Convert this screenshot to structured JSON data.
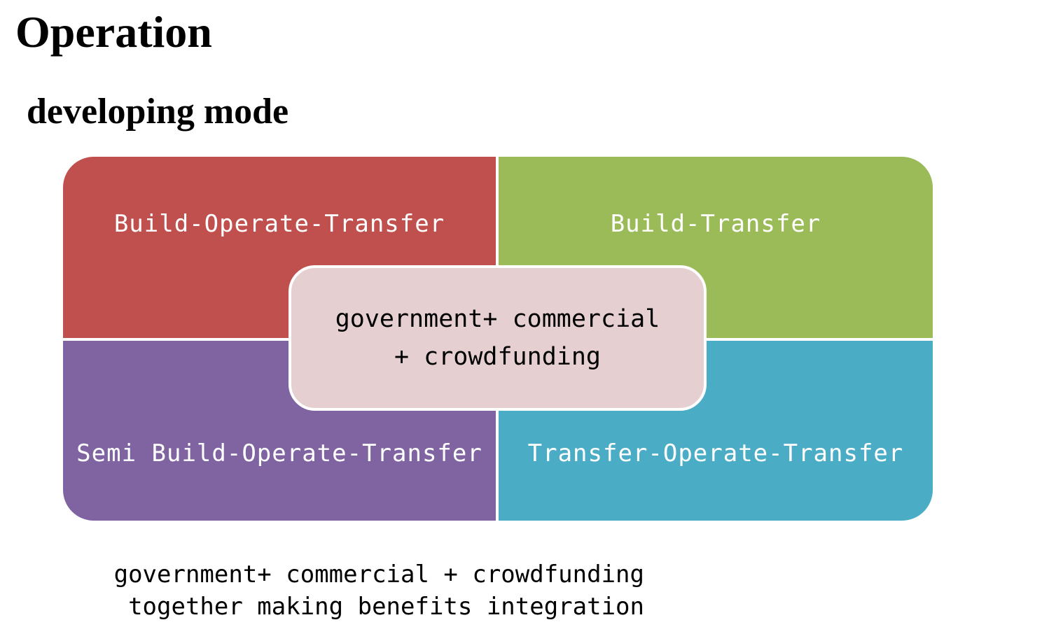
{
  "title": "Operation",
  "subtitle": "developing mode",
  "quadrants": {
    "top_left": {
      "label": "Build-Operate-Transfer",
      "color": "#c0504d"
    },
    "top_right": {
      "label": "Build-Transfer",
      "color": "#9bbb59"
    },
    "bottom_left": {
      "label": "Semi Build-Operate-Transfer",
      "color": "#8064a2"
    },
    "bottom_right": {
      "label": "Transfer-Operate-Transfer",
      "color": "#4bacc6"
    }
  },
  "center": {
    "line1": "government+ commercial",
    "line2": "+ crowdfunding",
    "color": "#e6cfd0"
  },
  "footer": {
    "line1": "government+ commercial + crowdfunding",
    "line2": "together making benefits integration"
  }
}
